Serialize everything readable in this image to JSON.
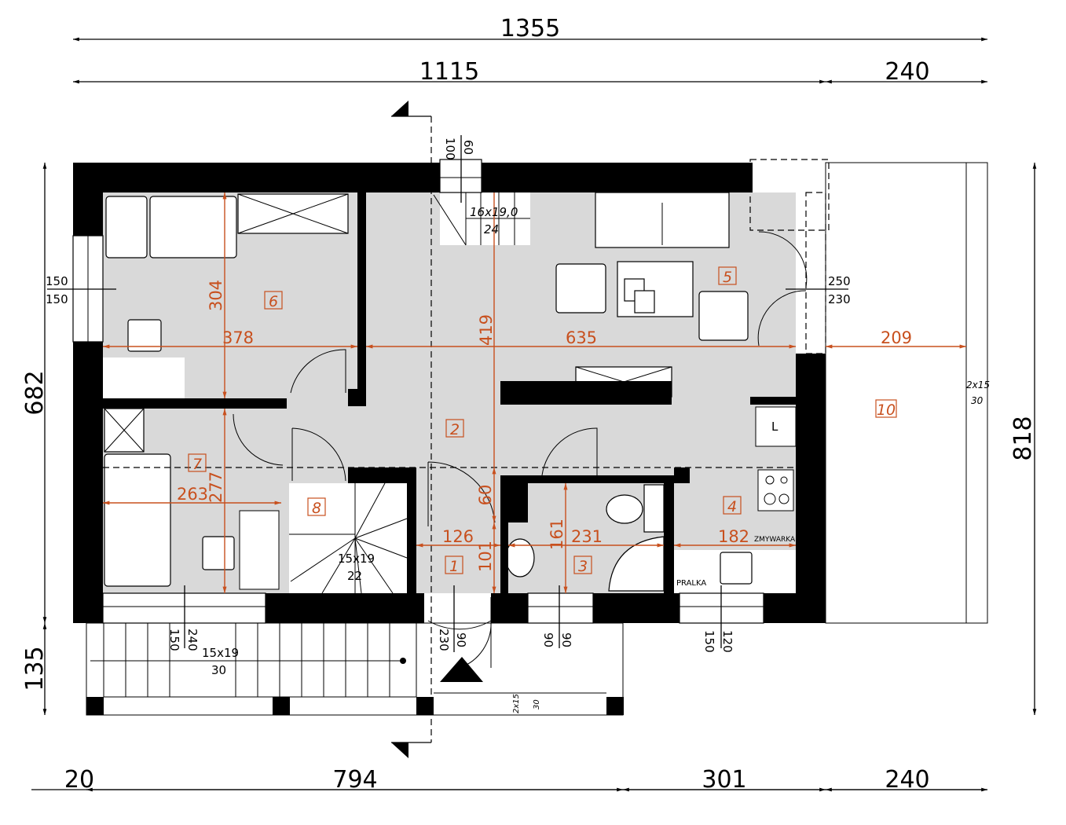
{
  "outer_dimensions": {
    "top_total": "1355",
    "top_main": "1115",
    "top_terrace": "240",
    "bottom": [
      "20",
      "794",
      "301",
      "240"
    ],
    "left_main": "682",
    "left_steps": "135",
    "right_total": "818"
  },
  "inner_dimensions": {
    "room6_height": "304",
    "room6_width": "378",
    "hall_height": "419",
    "living_width": "635",
    "terrace_width": "209",
    "room7_width": "263",
    "room7_height": "277",
    "hall1_width": "126",
    "hall1_upper": "60",
    "hall1_height": "101",
    "bath_height": "161",
    "bath_width": "231",
    "kitchen_width": "182"
  },
  "openings": {
    "left_window": [
      "150",
      "150"
    ],
    "top_window": [
      "100",
      "60"
    ],
    "right_door": [
      "250",
      "230"
    ],
    "room7_window": [
      "150",
      "240"
    ],
    "entrance_door": [
      "230",
      "90"
    ],
    "bath_window": [
      "90",
      "90"
    ],
    "kitchen_window": [
      "150",
      "120"
    ]
  },
  "stairs": {
    "attic": [
      "16x19,0",
      "24"
    ],
    "basement": [
      "15x19",
      "22"
    ],
    "front": [
      "15x19",
      "30"
    ],
    "entrance_step": [
      "2x15",
      "30"
    ],
    "terrace_step": [
      "2x15",
      "30"
    ]
  },
  "rooms": [
    "1",
    "2",
    "3",
    "4",
    "5",
    "6",
    "7",
    "8",
    "10"
  ],
  "appliances": {
    "fridge": "L",
    "dishwasher": "ZMYWARKA",
    "washer": "PRALKA"
  },
  "colors": {
    "accent": "#c8501e",
    "floor": "#d9d9d9",
    "walls": "#000000"
  }
}
